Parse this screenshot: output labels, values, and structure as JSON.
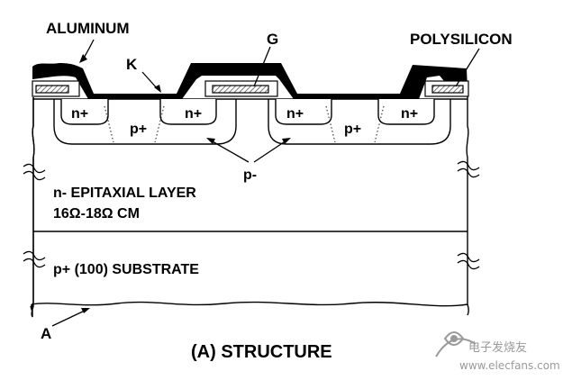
{
  "labels": {
    "aluminum": "ALUMINUM",
    "gate": "G",
    "polysilicon": "POLYSILICON",
    "cathode": "K",
    "n_plus": "n+",
    "p_plus": "p+",
    "p_minus": "p-",
    "epi_line1": "n- EPITAXIAL LAYER",
    "epi_line2": "16Ω-18Ω CM",
    "substrate": "p+ (100) SUBSTRATE",
    "anode": "A",
    "caption": "(A)  STRUCTURE"
  },
  "watermark": {
    "text": "电子发烧友",
    "url": "www.elecfans.com"
  },
  "colors": {
    "ink": "#000000",
    "background": "#ffffff",
    "poly_fill": "#bdbdbd",
    "watermark": "#9a9a9a"
  }
}
